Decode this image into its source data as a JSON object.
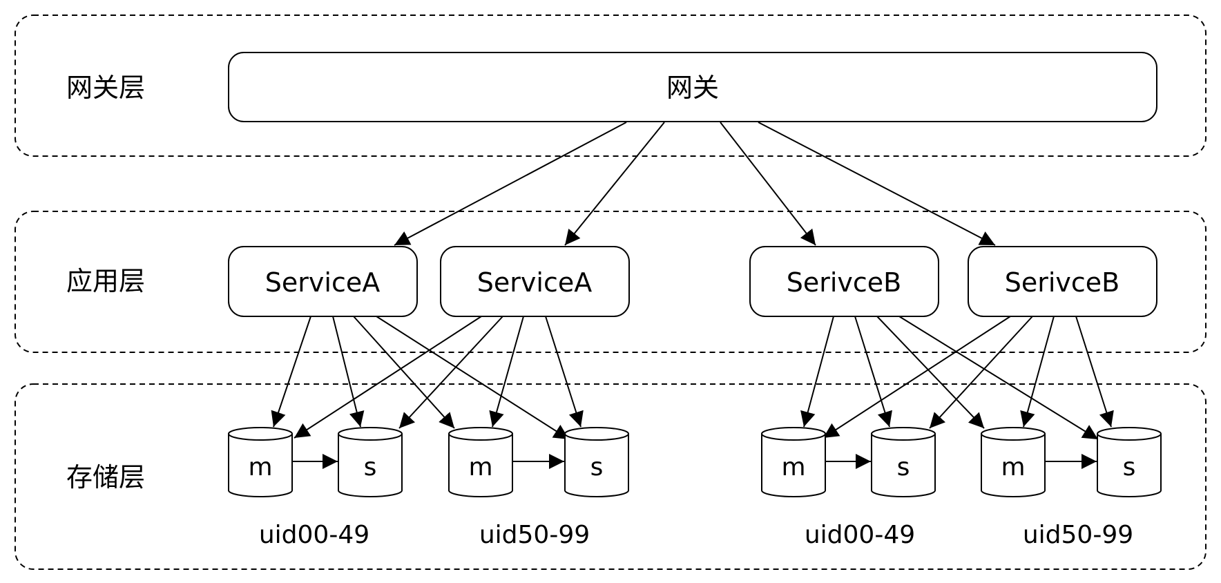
{
  "layers": {
    "gateway": "网关层",
    "application": "应用层",
    "storage": "存储层"
  },
  "gateway_box": "网关",
  "services": [
    {
      "label": "ServiceA"
    },
    {
      "label": "ServiceA"
    },
    {
      "label": "SerivceB"
    },
    {
      "label": "SerivceB"
    }
  ],
  "databases": [
    {
      "label": "m"
    },
    {
      "label": "s"
    },
    {
      "label": "m"
    },
    {
      "label": "s"
    },
    {
      "label": "m"
    },
    {
      "label": "s"
    },
    {
      "label": "m"
    },
    {
      "label": "s"
    }
  ],
  "shards": [
    {
      "label": "uid00-49"
    },
    {
      "label": "uid50-99"
    },
    {
      "label": "uid00-49"
    },
    {
      "label": "uid50-99"
    }
  ]
}
